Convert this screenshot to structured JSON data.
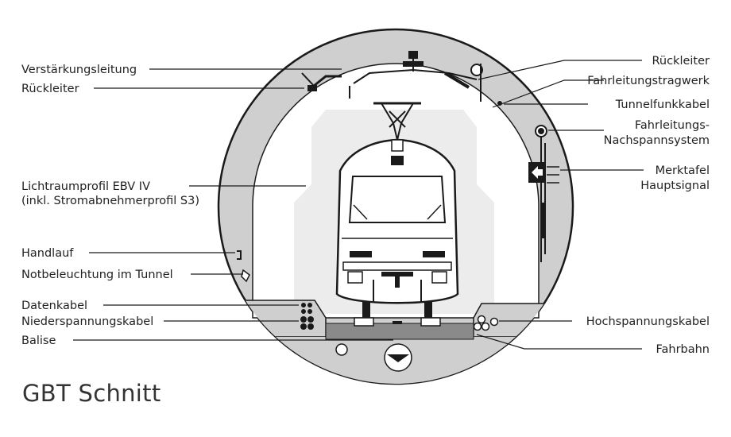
{
  "title": "GBT Schnitt",
  "labels_left": [
    {
      "id": "verstaerkungsleitung",
      "text": "Verstärkungsleitung"
    },
    {
      "id": "rueckleiter-left",
      "text": "Rückleiter"
    },
    {
      "id": "lichtraumprofil-1",
      "text": "Lichtraumprofil EBV IV"
    },
    {
      "id": "lichtraumprofil-2",
      "text": "(inkl. Stromabnehmerprofil S3)"
    },
    {
      "id": "handlauf",
      "text": "Handlauf"
    },
    {
      "id": "notbeleuchtung",
      "text": "Notbeleuchtung im Tunnel"
    },
    {
      "id": "datenkabel",
      "text": "Datenkabel"
    },
    {
      "id": "niederspannungskabel",
      "text": "Niederspannungskabel"
    },
    {
      "id": "balise",
      "text": "Balise"
    }
  ],
  "labels_right": [
    {
      "id": "rueckleiter-right",
      "text": "Rückleiter"
    },
    {
      "id": "fahrleitungstragwerk",
      "text": "Fahrleitungstragwerk"
    },
    {
      "id": "tunnelfunkkabel",
      "text": "Tunnelfunkkabel"
    },
    {
      "id": "nachspann-1",
      "text": "Fahrleitungs-"
    },
    {
      "id": "nachspann-2",
      "text": "Nachspannsystem"
    },
    {
      "id": "merktafel",
      "text": "Merktafel"
    },
    {
      "id": "hauptsignal",
      "text": "Hauptsignal"
    },
    {
      "id": "hochspannungskabel",
      "text": "Hochspannungskabel"
    },
    {
      "id": "fahrbahn",
      "text": "Fahrbahn"
    }
  ],
  "colors": {
    "tunnel_fill": "#cfcfcf",
    "profile_fill": "#ececec",
    "line": "#1a1a1a",
    "trackbed": "#8a8a8a"
  }
}
